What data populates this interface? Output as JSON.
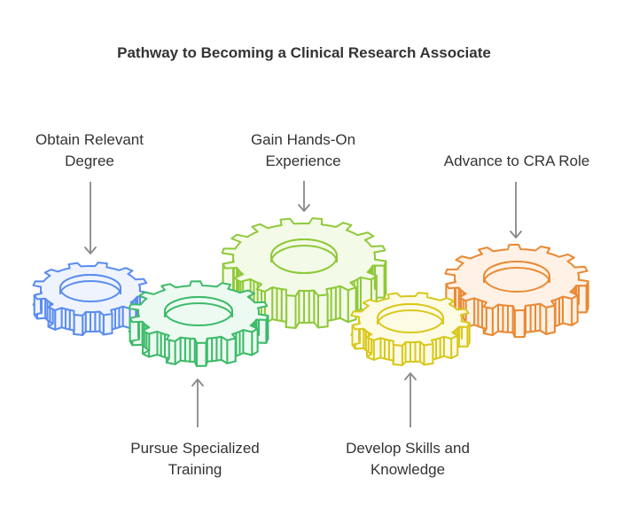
{
  "title": "Pathway to Becoming a Clinical Research Associate",
  "steps": [
    {
      "lines": [
        "Obtain Relevant",
        "Degree"
      ],
      "color": "#5b8def",
      "fill": "#eef3fd"
    },
    {
      "lines": [
        "Pursue Specialized",
        "Training"
      ],
      "color": "#3dbb6a",
      "fill": "#edfaf1"
    },
    {
      "lines": [
        "Gain Hands-On",
        "Experience"
      ],
      "color": "#8fc93a",
      "fill": "#f4fae8"
    },
    {
      "lines": [
        "Develop Skills and",
        "Knowledge"
      ],
      "color": "#d9c81d",
      "fill": "#fdfbe4"
    },
    {
      "lines": [
        "Advance to CRA Role"
      ],
      "color": "#e98a35",
      "fill": "#fff1e5"
    }
  ],
  "arrow_color": "#888888"
}
